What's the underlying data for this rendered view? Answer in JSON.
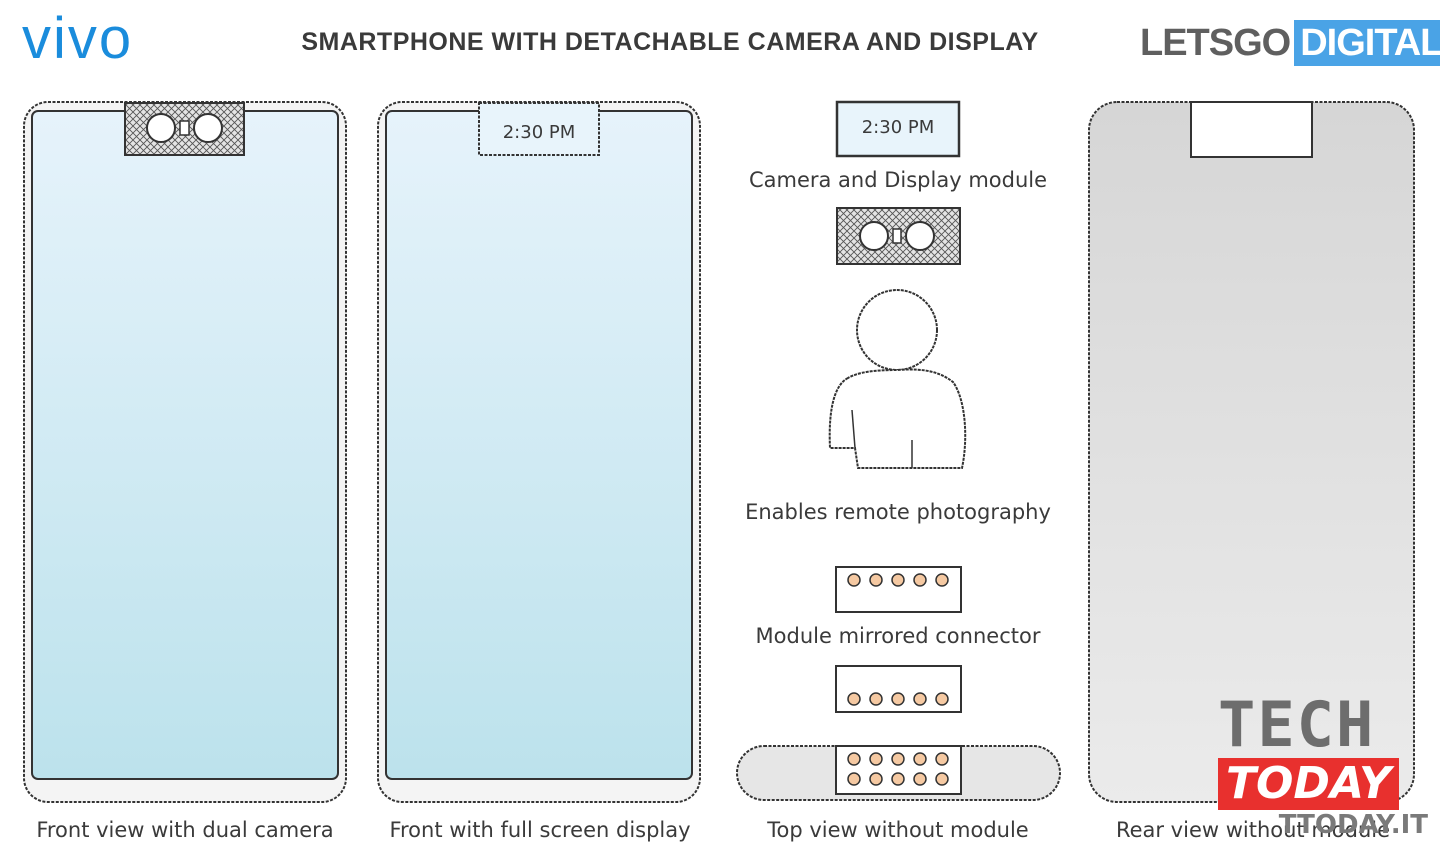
{
  "header": {
    "brand": "vivo",
    "title": "SMARTPHONE WITH DETACHABLE CAMERA AND DISPLAY",
    "source_logo_part1": "LETSGO",
    "source_logo_part2": "DIGITAL"
  },
  "phones": {
    "front_camera": {
      "caption": "Front view with dual camera"
    },
    "front_display": {
      "caption": "Front with full screen display",
      "clock_text": "2:30 PM"
    },
    "rear": {
      "caption": "Rear view without module"
    }
  },
  "middle": {
    "module_clock_text": "2:30 PM",
    "module_caption": "Camera and Display module",
    "remote_caption": "Enables remote photography",
    "connector_caption": "Module mirrored connector",
    "top_view_caption": "Top view without module"
  },
  "watermark": {
    "line1": "TECH",
    "line2": "TODAY",
    "line3": "TTODAY.IT"
  },
  "colors": {
    "screen_top": "#e4f2fa",
    "screen_bottom": "#bde2ec",
    "rear_body": "#dcdcdc",
    "connector_pin": "#f5c9a2",
    "brand_blue": "#1a8cdc",
    "watermark_red": "#e8302e"
  }
}
